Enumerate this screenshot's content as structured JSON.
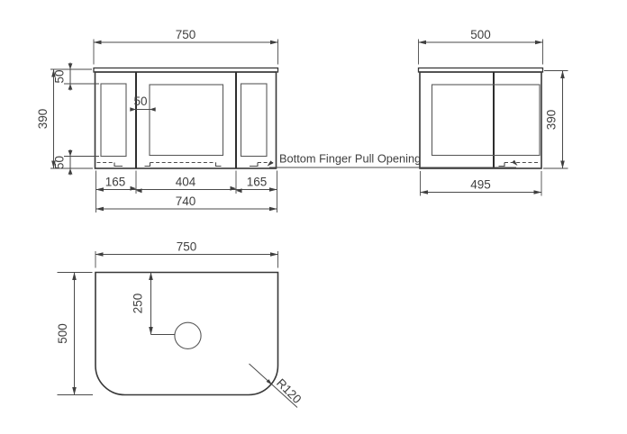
{
  "colors": {
    "line": "#383838",
    "dim_line": "#4a4a4a",
    "text": "#3f3f3f",
    "background": "#ffffff"
  },
  "views": {
    "front": {
      "overall_width": "750",
      "overall_height": "390",
      "top_rail": "50",
      "bottom_rail": "50",
      "door_stile": "50",
      "left_door_width": "165",
      "middle_door_width": "404",
      "right_door_width": "165",
      "carcass_width": "740"
    },
    "side": {
      "overall_depth": "500",
      "overall_height": "390",
      "carcass_depth": "495"
    },
    "top": {
      "overall_width": "750",
      "overall_depth": "500",
      "tap_hole_setback": "250",
      "corner_radius": "R120"
    }
  },
  "annotation": {
    "finger_pull": "Bottom Finger Pull Opening"
  }
}
